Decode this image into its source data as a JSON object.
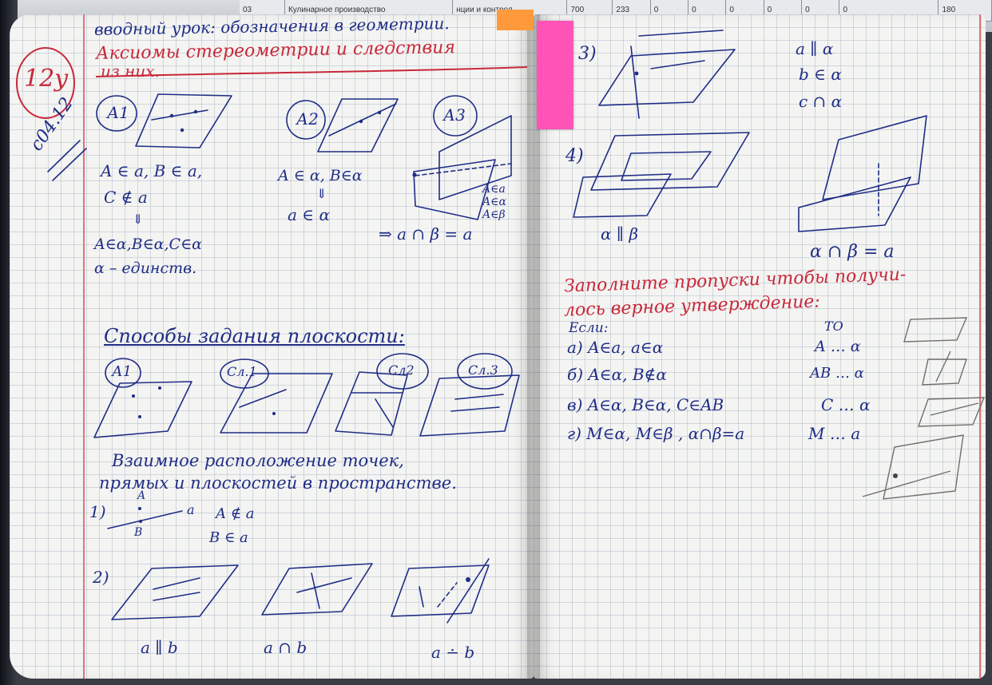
{
  "printed_table": {
    "cells": [
      "03",
      "Кулинарное производство",
      "нции и контрол",
      "700",
      "233",
      "0",
      "0",
      "0",
      "0",
      "0",
      "0",
      "180"
    ]
  },
  "left_page": {
    "badge": "12у",
    "date": "04.12",
    "date_prefix": "с",
    "header_line": "вводный урок: обозначения в геометрии.",
    "title_line1": "Аксиомы стереометрии и следствия",
    "title_line2": "из них.",
    "axiom_labels": [
      "А1",
      "А2",
      "А3"
    ],
    "a1_notes": [
      "A ∈ a, B ∈ a,",
      "C ∉ a",
      "⇓",
      "A∈α,B∈α,C∈α",
      "α – единств."
    ],
    "a2_notes": [
      "A ∈ α, B∈α",
      "⇓",
      "a ∈ α"
    ],
    "a3_notes": [
      "A∈a",
      "A∈α",
      "A∈β",
      "⇒ a ∩ β = a"
    ],
    "methods_title": "Способы задания плоскости:",
    "method_labels": [
      "А1",
      "Сл.1",
      "Сл2",
      "Сл.3"
    ],
    "positions_title_line1": "Взаимное расположение точек,",
    "positions_title_line2": "прямых и плоскостей в пространстве.",
    "item1_labels": [
      "1)",
      "A",
      "a",
      "B"
    ],
    "item1_notes": [
      "A ∉ a",
      "B ∈ a"
    ],
    "item2_label": "2)",
    "item2_captions": [
      "a ∥ b",
      "a ∩ b",
      "a ∸ b"
    ]
  },
  "right_page": {
    "item3_label": "3)",
    "item3_notes": [
      "a ∥ α",
      "b ∈ α",
      "c ∩ α"
    ],
    "item4_label": "4)",
    "item4_caption_left": "α ∥ β",
    "item4_caption_right": "α ∩ β = a",
    "task_title_line1": "Заполните пропуски чтобы получи-",
    "task_title_line2": "лось верное утверждение:",
    "if_label": "Если:",
    "then_label": "то",
    "statements": [
      {
        "left": "а) A∈a, a∈α",
        "right": "A … α"
      },
      {
        "left": "б) A∈α, B∉α",
        "right": "AB … α"
      },
      {
        "left": "в) A∈α, B∈α, C∈AB",
        "right": "C … α"
      },
      {
        "left": "г) M∈α, M∈β , α∩β=a",
        "right": "M … a"
      }
    ]
  }
}
